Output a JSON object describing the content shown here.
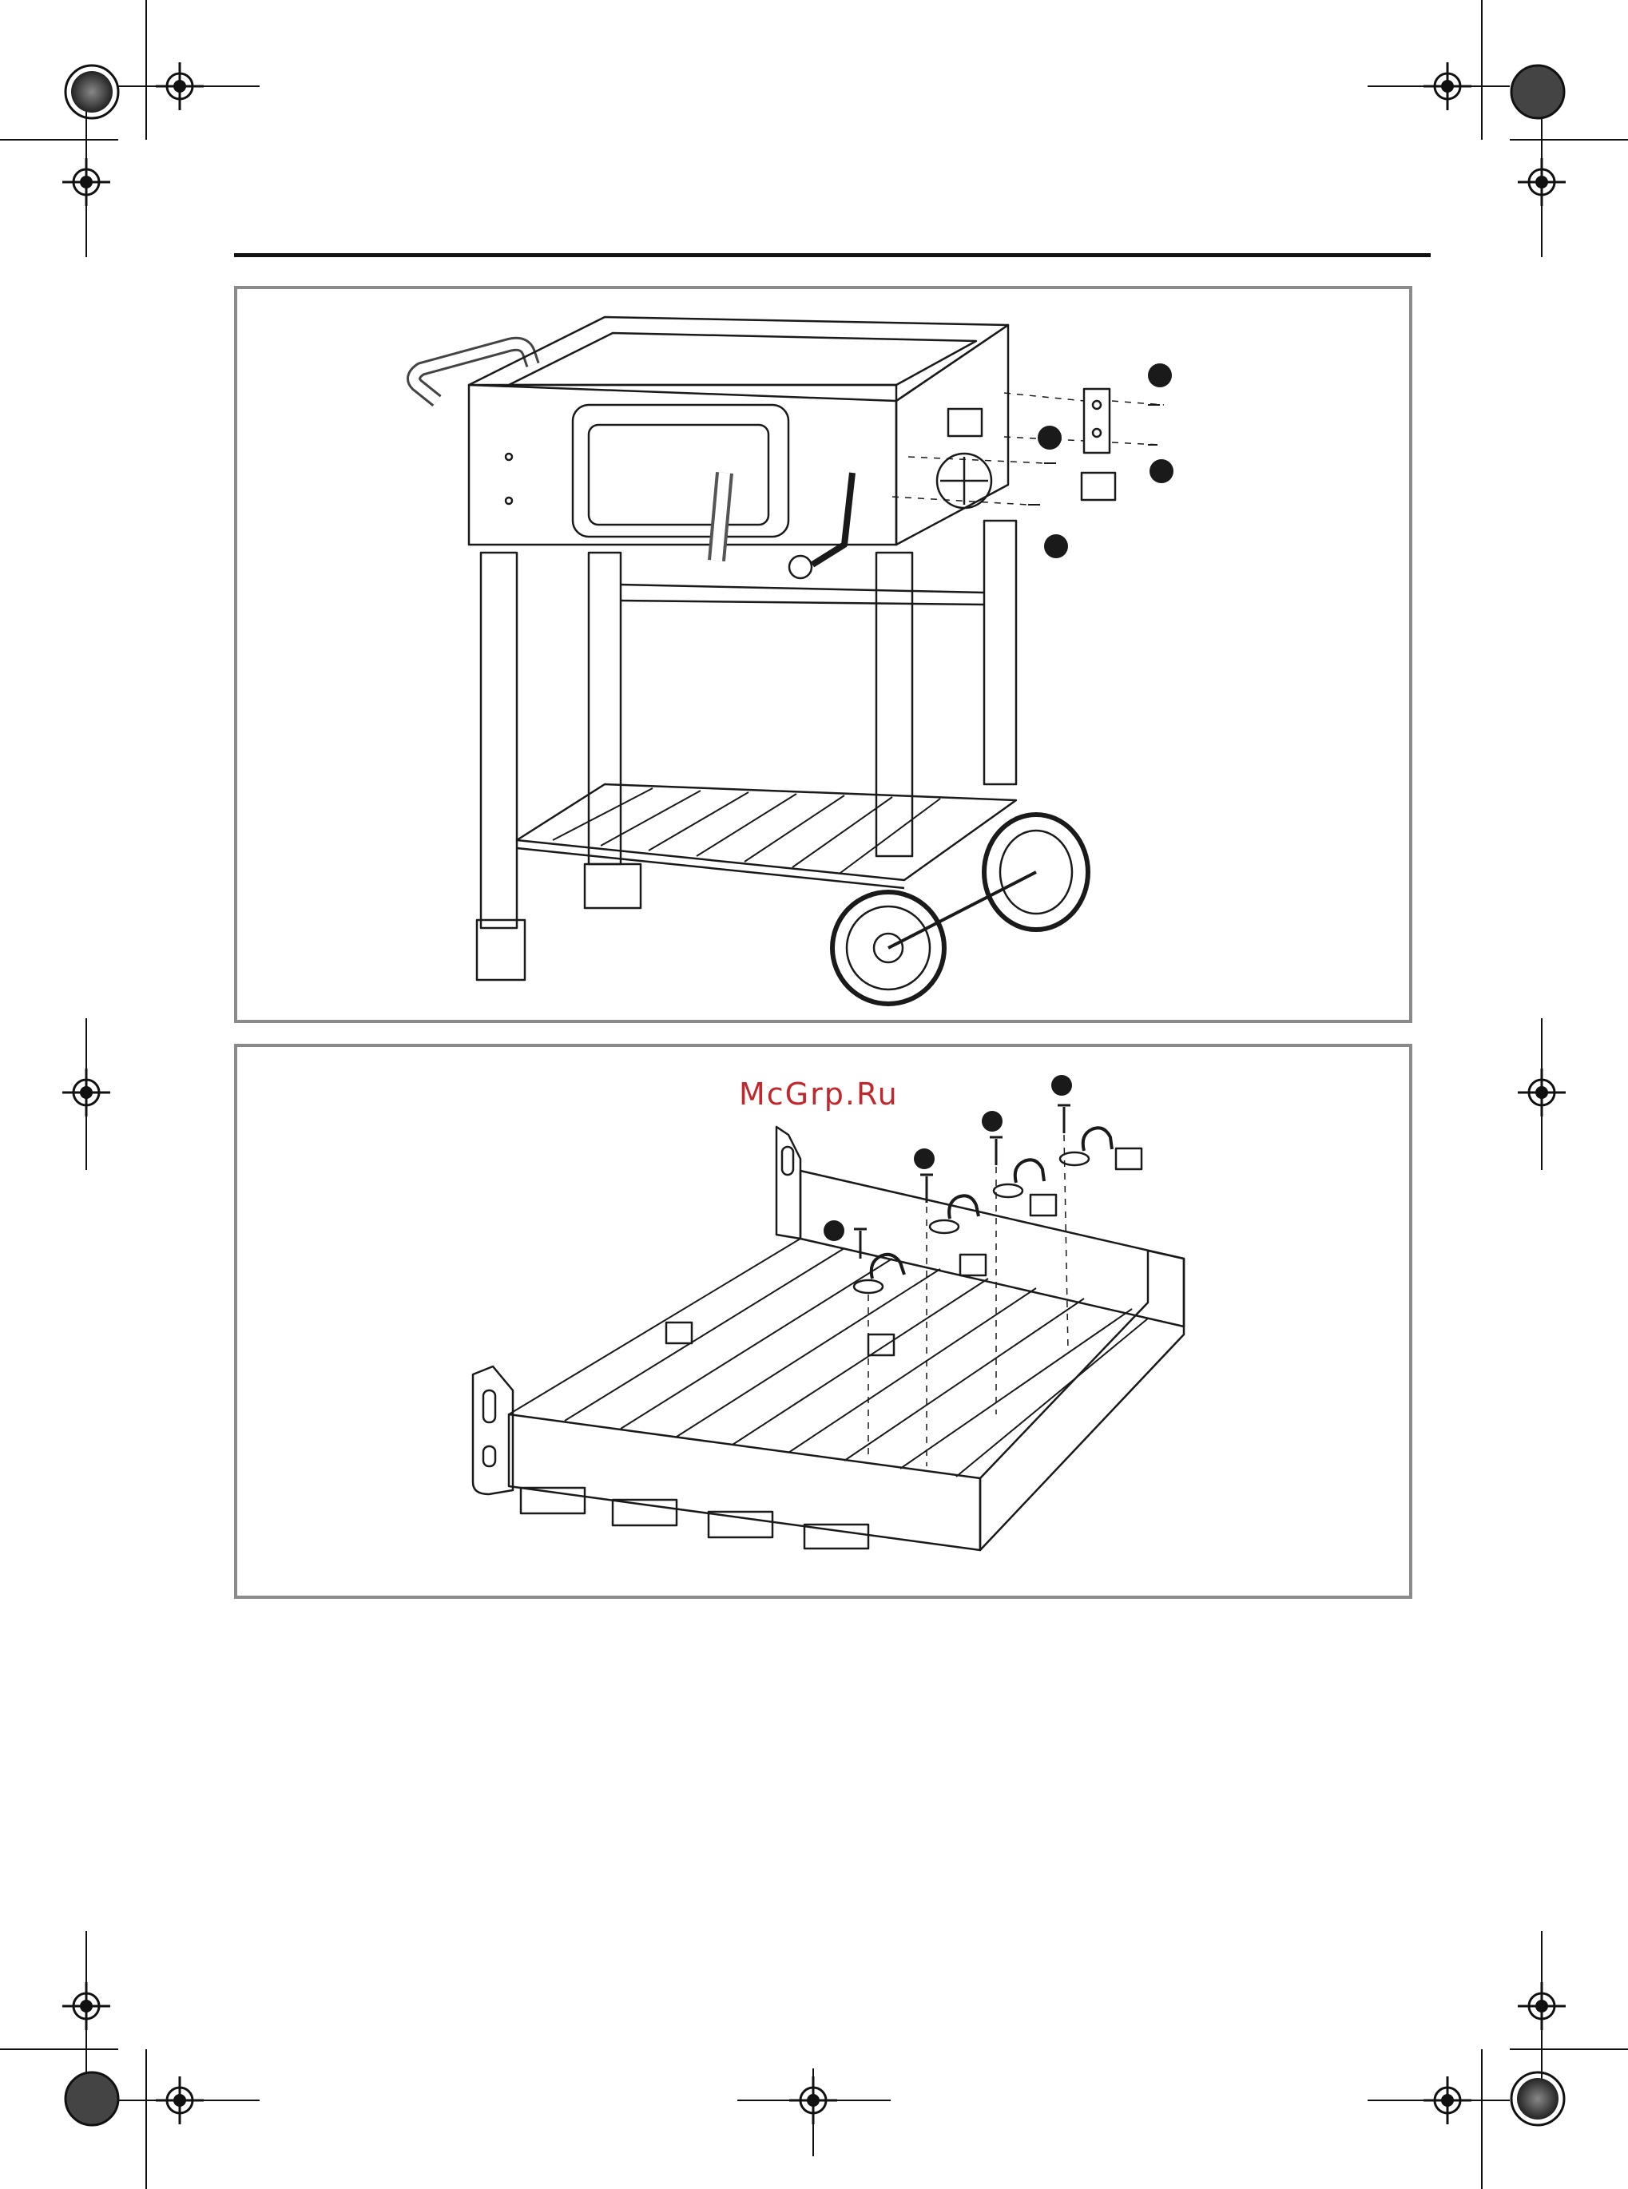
{
  "page": {
    "watermark": "McGrp.Ru"
  },
  "figures": [
    {
      "name": "cart-assembly-figure",
      "step_markers": 4,
      "callout_boxes": 2
    },
    {
      "name": "shelf-hook-figure",
      "step_markers": 4,
      "callout_boxes": 6
    }
  ],
  "colors": {
    "rule": "#111111",
    "panel_border": "#8a8a8a",
    "line": "#1a1a1a",
    "marker": "#1a1a1a",
    "watermark": "#c0282d"
  },
  "icons": [
    "registration-mark-icon",
    "color-bar-icon"
  ]
}
